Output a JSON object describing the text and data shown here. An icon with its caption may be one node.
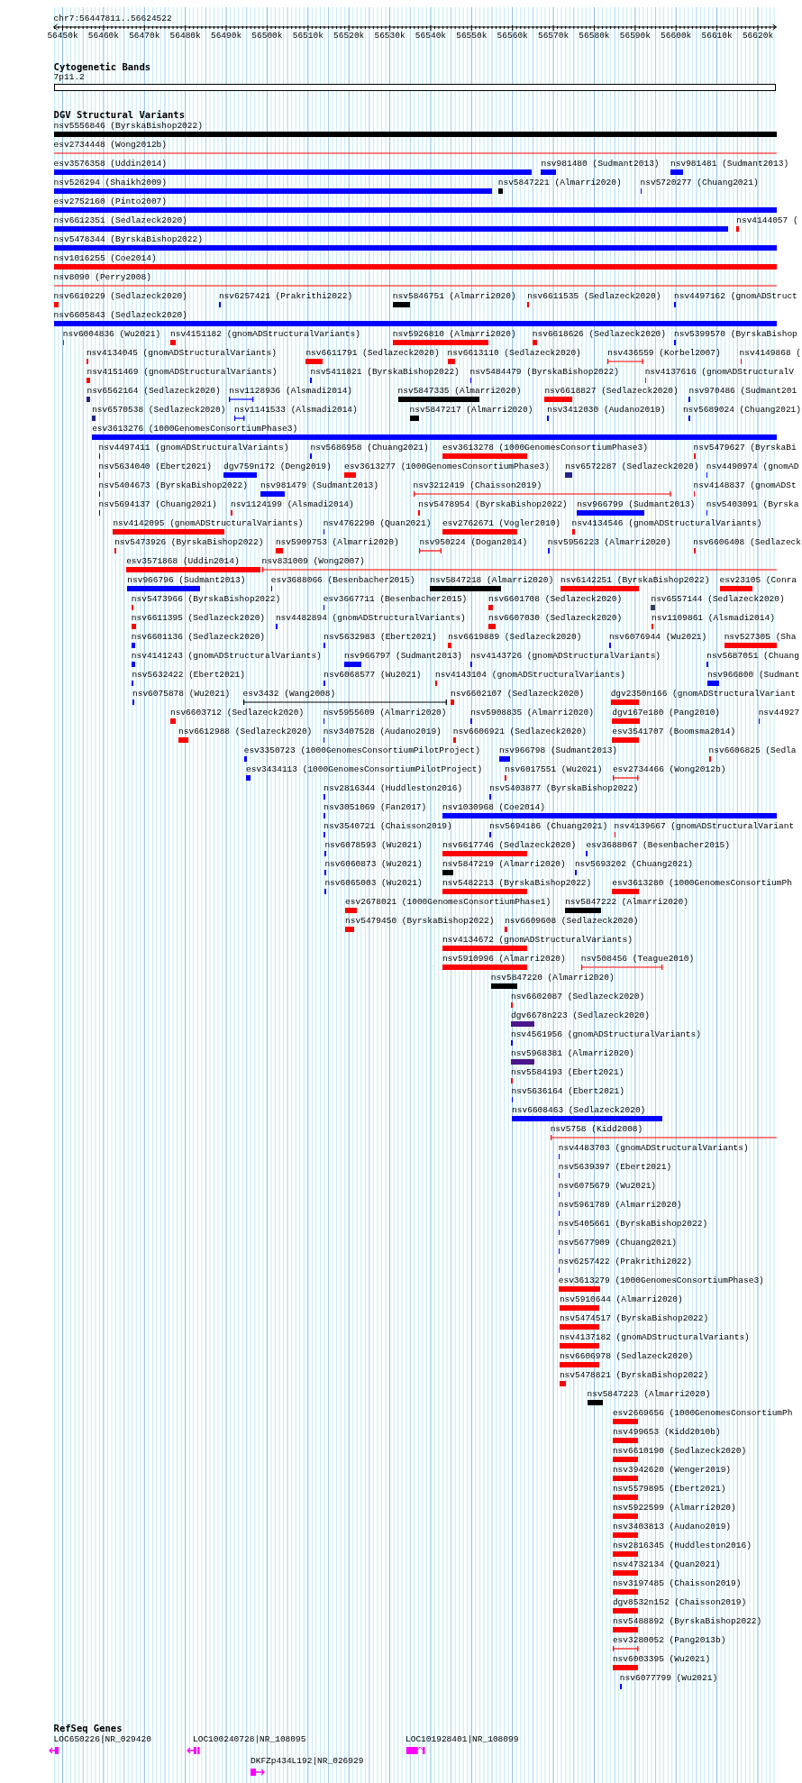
{
  "diagram": {
    "nodes": [
      {
        "text": [],
        "shape": "bar",
        "beside": [
          "7p11.2"
        ]
      },
      {
        "text": [],
        "shape": "bar",
        "beside": [
          "nsv5556846 (ByrskaBishop2022)"
        ]
      },
      {
        "text": [],
        "shape": "line",
        "beside": [
          "esv2734448 (Wong2012b)"
        ]
      },
      {
        "text": [],
        "shape": "bar",
        "beside": [
          "esv3576358 (Uddin2014)"
        ]
      },
      {
        "text": [],
        "shape": "bar",
        "beside": [
          "nsv981480 (Sudmant2013)"
        ]
      },
      {
        "text": [],
        "shape": "bar",
        "beside": [
          "nsv981481 (Sudmant2013)"
        ]
      },
      {
        "text": [],
        "shape": "bar",
        "beside": [
          "nsv526294 (Shaikh2009)"
        ]
      },
      {
        "text": [],
        "shape": "bar",
        "beside": [
          "nsv5847221 (Almarri2020)"
        ]
      },
      {
        "text": [],
        "shape": "bar",
        "beside": [
          "nsv5720277 (Chuang2021)"
        ]
      },
      {
        "text": [],
        "shape": "bar",
        "beside": [
          "esv2752160 (Pinto2007)"
        ]
      },
      {
        "text": [],
        "shape": "bar",
        "beside": [
          "nsv6612351 (Sedlazeck2020)"
        ]
      },
      {
        "text": [],
        "shape": "bar",
        "beside": [
          "nsv4144057 ("
        ]
      },
      {
        "text": [],
        "shape": "bar",
        "beside": [
          "nsv5478344 (ByrskaBishop2022)"
        ]
      },
      {
        "text": [],
        "shape": "bar",
        "beside": [
          "nsv1016255 (Coe2014)"
        ]
      },
      {
        "text": [],
        "shape": "line",
        "beside": [
          "nsv8090 (Perry2008)"
        ]
      },
      {
        "text": [],
        "shape": "bar",
        "beside": [
          "nsv6610229 (Sedlazeck2020)"
        ]
      },
      {
        "text": [],
        "shape": "bar",
        "beside": [
          "nsv6257421 (Prakrithi2022)"
        ]
      },
      {
        "text": [],
        "shape": "bar",
        "beside": [
          "nsv5846751 (Almarri2020)"
        ]
      },
      {
        "text": [],
        "shape": "bar",
        "beside": [
          "nsv6611535 (Sedlazeck2020)"
        ]
      },
      {
        "text": [],
        "shape": "bar",
        "beside": [
          "nsv4497162 (gnomADStruct"
        ]
      },
      {
        "text": [],
        "shape": "bar",
        "beside": [
          "nsv6605843 (Sedlazeck2020)"
        ]
      },
      {
        "text": [],
        "shape": "bar",
        "beside": [
          "nsv6004836 (Wu2021)"
        ]
      },
      {
        "text": [],
        "shape": "bar",
        "beside": [
          "nsv4151182 (gnomADStructuralVariants)"
        ]
      },
      {
        "text": [],
        "shape": "bar",
        "beside": [
          "nsv5926810 (Almarri2020)"
        ]
      },
      {
        "text": [],
        "shape": "bar",
        "beside": [
          "nsv6618626 (Sedlazeck2020)"
        ]
      },
      {
        "text": [],
        "shape": "bar",
        "beside": [
          "nsv5399570 (ByrskaBishop"
        ]
      },
      {
        "text": [],
        "shape": "bar",
        "beside": [
          "nsv4134045 (gnomADStructuralVariants)"
        ]
      },
      {
        "text": [],
        "shape": "bar",
        "beside": [
          "nsv6611791 (Sedlazeck2020)"
        ]
      },
      {
        "text": [],
        "shape": "bar",
        "beside": [
          "nsv6613110 (Sedlazeck2020)"
        ]
      },
      {
        "text": [],
        "shape": "line",
        "beside": [
          "nsv436559 (Korbel2007)"
        ]
      },
      {
        "text": [],
        "shape": "bar",
        "beside": [
          "nsv4149868 ("
        ]
      },
      {
        "text": [],
        "shape": "bar",
        "beside": [
          "nsv4151469 (gnomADStructuralVariants)"
        ]
      },
      {
        "text": [],
        "shape": "bar",
        "beside": [
          "nsv5411821 (ByrskaBishop2022)"
        ]
      },
      {
        "text": [],
        "shape": "bar",
        "beside": [
          "nsv5484479 (ByrskaBishop2022)"
        ]
      },
      {
        "text": [],
        "shape": "bar",
        "beside": [
          "nsv4137616 (gnomADStructuralV"
        ]
      },
      {
        "text": [],
        "shape": "bar",
        "beside": [
          "nsv6562164 (Sedlazeck2020)"
        ]
      },
      {
        "text": [],
        "shape": "line",
        "beside": [
          "nsv1128936 (Alsmadi2014)"
        ]
      },
      {
        "text": [],
        "shape": "bar",
        "beside": [
          "nsv5847335 (Almarri2020)"
        ]
      },
      {
        "text": [],
        "shape": "bar",
        "beside": [
          "nsv6618827 (Sedlazeck2020)"
        ]
      },
      {
        "text": [],
        "shape": "bar",
        "beside": [
          "nsv970486 (Sudmant201"
        ]
      },
      {
        "text": [],
        "shape": "bar",
        "beside": [
          "nsv6570538 (Sedlazeck2020)"
        ]
      },
      {
        "text": [],
        "shape": "line",
        "beside": [
          "nsv1141533 (Alsmadi2014)"
        ]
      },
      {
        "text": [],
        "shape": "bar",
        "beside": [
          "nsv5847217 (Almarri2020)"
        ]
      },
      {
        "text": [],
        "shape": "bar",
        "beside": [
          "nsv3412030 (Audano2019)"
        ]
      },
      {
        "text": [],
        "shape": "bar",
        "beside": [
          "nsv5689024 (Chuang2021)"
        ]
      },
      {
        "text": [],
        "shape": "bar",
        "beside": [
          "esv3613276 (1000GenomesConsortiumPhase3)"
        ]
      },
      {
        "text": [],
        "shape": "bar",
        "beside": [
          "nsv4497411 (gnomADStructuralVariants)"
        ]
      },
      {
        "text": [],
        "shape": "bar",
        "beside": [
          "nsv5686958 (Chuang2021)"
        ]
      },
      {
        "text": [],
        "shape": "bar",
        "beside": [
          "esv3613278 (1000GenomesConsortiumPhase3)"
        ]
      },
      {
        "text": [],
        "shape": "bar",
        "beside": [
          "nsv5479627 (ByrskaBi"
        ]
      },
      {
        "text": [],
        "shape": "bar",
        "beside": [
          "nsv5634040 (Ebert2021)"
        ]
      },
      {
        "text": [],
        "shape": "bar",
        "beside": [
          "dgv759n172 (Deng2019)"
        ]
      },
      {
        "text": [],
        "shape": "bar",
        "beside": [
          "esv3613277 (1000GenomesConsortiumPhase3)"
        ]
      },
      {
        "text": [],
        "shape": "bar",
        "beside": [
          "nsv6572287 (Sedlazeck2020)"
        ]
      },
      {
        "text": [],
        "shape": "bar",
        "beside": [
          "nsv4490974 (gnomAD"
        ]
      },
      {
        "text": [],
        "shape": "bar",
        "beside": [
          "nsv5404673 (ByrskaBishop2022)"
        ]
      },
      {
        "text": [],
        "shape": "bar",
        "beside": [
          "nsv981479 (Sudmant2013)"
        ]
      },
      {
        "text": [],
        "shape": "line",
        "beside": [
          "nsv3212419 (Chaisson2019)"
        ]
      },
      {
        "text": [],
        "shape": "bar",
        "beside": [
          "nsv4148837 (gnomADSt"
        ]
      },
      {
        "text": [],
        "shape": "bar",
        "beside": [
          "nsv5694137 (Chuang2021)"
        ]
      },
      {
        "text": [],
        "shape": "bar",
        "beside": [
          "nsv1124199 (Alsmadi2014)"
        ]
      },
      {
        "text": [],
        "shape": "bar",
        "beside": [
          "nsv5478954 (ByrskaBishop2022)"
        ]
      },
      {
        "text": [],
        "shape": "bar",
        "beside": [
          "nsv966799 (Sudmant2013)"
        ]
      },
      {
        "text": [],
        "shape": "bar",
        "beside": [
          "nsv5403091 (Byrska"
        ]
      },
      {
        "text": [],
        "shape": "bar",
        "beside": [
          "nsv4142095 (gnomADStructuralVariants)"
        ]
      },
      {
        "text": [],
        "shape": "bar",
        "beside": [
          "nsv4762290 (Quan2021)"
        ]
      },
      {
        "text": [],
        "shape": "bar",
        "beside": [
          "esv2762671 (Vogler2010)"
        ]
      },
      {
        "text": [],
        "shape": "bar",
        "beside": [
          "nsv4134546 (gnomADStructuralVariants)"
        ]
      },
      {
        "text": [],
        "shape": "bar",
        "beside": [
          "nsv5473926 (ByrskaBishop2022)"
        ]
      },
      {
        "text": [],
        "shape": "bar",
        "beside": [
          "nsv5909753 (Almarri2020)"
        ]
      },
      {
        "text": [],
        "shape": "line",
        "beside": [
          "nsv950224 (Dogan2014)"
        ]
      },
      {
        "text": [],
        "shape": "bar",
        "beside": [
          "nsv5956223 (Almarri2020)"
        ]
      },
      {
        "text": [],
        "shape": "bar",
        "beside": [
          "nsv6606408 (Sedlazeck"
        ]
      },
      {
        "text": [],
        "shape": "bar",
        "beside": [
          "esv3571868 (Uddin2014)"
        ]
      },
      {
        "text": [],
        "shape": "line",
        "beside": [
          "nsv831009 (Wong2007)"
        ]
      },
      {
        "text": [],
        "shape": "bar",
        "beside": [
          "nsv966796 (Sudmant2013)"
        ]
      },
      {
        "text": [],
        "shape": "bar",
        "beside": [
          "esv3688066 (Besenbacher2015)"
        ]
      },
      {
        "text": [],
        "shape": "bar",
        "beside": [
          "nsv5847218 (Almarri2020)"
        ]
      },
      {
        "text": [],
        "shape": "bar",
        "beside": [
          "nsv6142251 (ByrskaBishop2022)"
        ]
      },
      {
        "text": [],
        "shape": "bar",
        "beside": [
          "esv23105 (Conra"
        ]
      },
      {
        "text": [],
        "shape": "bar",
        "beside": [
          "nsv5473966 (ByrskaBishop2022)"
        ]
      },
      {
        "text": [],
        "shape": "bar",
        "beside": [
          "esv3667711 (Besenbacher2015)"
        ]
      },
      {
        "text": [],
        "shape": "bar",
        "beside": [
          "nsv6601708 (Sedlazeck2020)"
        ]
      },
      {
        "text": [],
        "shape": "bar",
        "beside": [
          "nsv6557144 (Sedlazeck2020)"
        ]
      },
      {
        "text": [],
        "shape": "bar",
        "beside": [
          "nsv6611395 (Sedlazeck2020)"
        ]
      },
      {
        "text": [],
        "shape": "bar",
        "beside": [
          "nsv4482894 (gnomADStructuralVariants)"
        ]
      },
      {
        "text": [],
        "shape": "bar",
        "beside": [
          "nsv6607030 (Sedlazeck2020)"
        ]
      },
      {
        "text": [],
        "shape": "bar",
        "beside": [
          "nsv1109861 (Alsmadi2014)"
        ]
      },
      {
        "text": [],
        "shape": "bar",
        "beside": [
          "nsv6601136 (Sedlazeck2020)"
        ]
      },
      {
        "text": [],
        "shape": "bar",
        "beside": [
          "nsv5632983 (Ebert2021)"
        ]
      },
      {
        "text": [],
        "shape": "bar",
        "beside": [
          "nsv6619889 (Sedlazeck2020)"
        ]
      },
      {
        "text": [],
        "shape": "bar",
        "beside": [
          "nsv6076944 (Wu2021)"
        ]
      },
      {
        "text": [],
        "shape": "bar",
        "beside": [
          "nsv527305 (Sha"
        ]
      },
      {
        "text": [],
        "shape": "bar",
        "beside": [
          "nsv4141243 (gnomADStructuralVariants)"
        ]
      },
      {
        "text": [],
        "shape": "bar",
        "beside": [
          "nsv966797 (Sudmant2013)"
        ]
      },
      {
        "text": [],
        "shape": "bar",
        "beside": [
          "nsv4143726 (gnomADStructuralVariants)"
        ]
      },
      {
        "text": [],
        "shape": "bar",
        "beside": [
          "nsv5687051 (Chuang"
        ]
      },
      {
        "text": [],
        "shape": "bar",
        "beside": [
          "nsv5632422 (Ebert2021)"
        ]
      },
      {
        "text": [],
        "shape": "bar",
        "beside": [
          "nsv6068577 (Wu2021)"
        ]
      },
      {
        "text": [],
        "shape": "bar",
        "beside": [
          "nsv4143104 (gnomADStructuralVariants)"
        ]
      },
      {
        "text": [],
        "shape": "bar",
        "beside": [
          "nsv966800 (Sudmant"
        ]
      },
      {
        "text": [],
        "shape": "bar",
        "beside": [
          "nsv6075878 (Wu2021)"
        ]
      },
      {
        "text": [],
        "shape": "line",
        "beside": [
          "esv3432 (Wang2008)"
        ]
      },
      {
        "text": [],
        "shape": "bar",
        "beside": [
          "nsv6602107 (Sedlazeck2020)"
        ]
      },
      {
        "text": [],
        "shape": "bar",
        "beside": [
          "dgv2350n166 (gnomADStructuralVariant"
        ]
      },
      {
        "text": [],
        "shape": "bar",
        "beside": [
          "nsv6603712 (Sedlazeck2020)"
        ]
      },
      {
        "text": [],
        "shape": "bar",
        "beside": [
          "nsv5955609 (Almarri2020)"
        ]
      },
      {
        "text": [],
        "shape": "bar",
        "beside": [
          "nsv5908835 (Almarri2020)"
        ]
      },
      {
        "text": [],
        "shape": "bar",
        "beside": [
          "dgv167e180 (Pang2010)"
        ]
      },
      {
        "text": [],
        "shape": "bar",
        "beside": [
          "nsv44927"
        ]
      },
      {
        "text": [],
        "shape": "bar",
        "beside": [
          "nsv6612988 (Sedlazeck2020)"
        ]
      },
      {
        "text": [],
        "shape": "bar",
        "beside": [
          "nsv3407528 (Audano2019)"
        ]
      },
      {
        "text": [],
        "shape": "bar",
        "beside": [
          "nsv6606921 (Sedlazeck2020)"
        ]
      },
      {
        "text": [],
        "shape": "bar",
        "beside": [
          "esv3541707 (Boomsma2014)"
        ]
      },
      {
        "text": [],
        "shape": "bar",
        "beside": [
          "esv3350723 (1000GenomesConsortiumPilotProject)"
        ]
      },
      {
        "text": [],
        "shape": "bar",
        "beside": [
          "nsv966798 (Sudmant2013)"
        ]
      },
      {
        "text": [],
        "shape": "bar",
        "beside": [
          "nsv6606825 (Sedla"
        ]
      },
      {
        "text": [],
        "shape": "bar",
        "beside": [
          "esv3434113 (1000GenomesConsortiumPilotProject)"
        ]
      },
      {
        "text": [],
        "shape": "bar",
        "beside": [
          "nsv6017551 (Wu2021)"
        ]
      },
      {
        "text": [],
        "shape": "line",
        "beside": [
          "esv2734466 (Wong2012b)"
        ]
      },
      {
        "text": [],
        "shape": "bar",
        "beside": [
          "nsv2816344 (Huddleston2016)"
        ]
      },
      {
        "text": [],
        "shape": "bar",
        "beside": [
          "nsv5403877 (ByrskaBishop2022)"
        ]
      },
      {
        "text": [],
        "shape": "bar",
        "beside": [
          "nsv3051069 (Fan2017)"
        ]
      },
      {
        "text": [],
        "shape": "bar",
        "beside": [
          "nsv1030968 (Coe2014)"
        ]
      },
      {
        "text": [],
        "shape": "bar",
        "beside": [
          "nsv3540721 (Chaisson2019)"
        ]
      },
      {
        "text": [],
        "shape": "bar",
        "beside": [
          "nsv5694186 (Chuang2021)"
        ]
      },
      {
        "text": [],
        "shape": "bar",
        "beside": [
          "nsv4139667 (gnomADStructuralVariant"
        ]
      },
      {
        "text": [],
        "shape": "bar",
        "beside": [
          "nsv6078593 (Wu2021)"
        ]
      },
      {
        "text": [],
        "shape": "bar",
        "beside": [
          "nsv6617746 (Sedlazeck2020)"
        ]
      },
      {
        "text": [],
        "shape": "bar",
        "beside": [
          "esv3688067 (Besenbacher2015)"
        ]
      },
      {
        "text": [],
        "shape": "bar",
        "beside": [
          "nsv6060873 (Wu2021)"
        ]
      },
      {
        "text": [],
        "shape": "bar",
        "beside": [
          "nsv5847219 (Almarri2020)"
        ]
      },
      {
        "text": [],
        "shape": "bar",
        "beside": [
          "nsv5693202 (Chuang2021)"
        ]
      },
      {
        "text": [],
        "shape": "bar",
        "beside": [
          "nsv6065003 (Wu2021)"
        ]
      },
      {
        "text": [],
        "shape": "bar",
        "beside": [
          "nsv5482213 (ByrskaBishop2022)"
        ]
      },
      {
        "text": [],
        "shape": "bar",
        "beside": [
          "esv3613280 (1000GenomesConsortiumPh"
        ]
      },
      {
        "text": [],
        "shape": "bar",
        "beside": [
          "esv2678021 (1000GenomesConsortiumPhase1)"
        ]
      },
      {
        "text": [],
        "shape": "bar",
        "beside": [
          "nsv5847222 (Almarri2020)"
        ]
      },
      {
        "text": [],
        "shape": "bar",
        "beside": [
          "nsv5479450 (ByrskaBishop2022)"
        ]
      },
      {
        "text": [],
        "shape": "bar",
        "beside": [
          "nsv6609608 (Sedlazeck2020)"
        ]
      },
      {
        "text": [],
        "shape": "bar",
        "beside": [
          "nsv4134672 (gnomADStructuralVariants)"
        ]
      },
      {
        "text": [],
        "shape": "bar",
        "beside": [
          "nsv5910996 (Almarri2020)"
        ]
      },
      {
        "text": [],
        "shape": "line",
        "beside": [
          "nsv508456 (Teague2010)"
        ]
      },
      {
        "text": [],
        "shape": "bar",
        "beside": [
          "nsv5847220 (Almarri2020)"
        ]
      },
      {
        "text": [],
        "shape": "bar",
        "beside": [
          "nsv6602087 (Sedlazeck2020)"
        ]
      },
      {
        "text": [],
        "shape": "bar",
        "beside": [
          "dgv6678n223 (Sedlazeck2020)"
        ]
      },
      {
        "text": [],
        "shape": "bar",
        "beside": [
          "nsv4561956 (gnomADStructuralVariants)"
        ]
      },
      {
        "text": [],
        "shape": "bar",
        "beside": [
          "nsv5968381 (Almarri2020)"
        ]
      },
      {
        "text": [],
        "shape": "bar",
        "beside": [
          "nsv5584193 (Ebert2021)"
        ]
      },
      {
        "text": [],
        "shape": "bar",
        "beside": [
          "nsv5636164 (Ebert2021)"
        ]
      },
      {
        "text": [],
        "shape": "bar",
        "beside": [
          "nsv6608463 (Sedlazeck2020)"
        ]
      },
      {
        "text": [],
        "shape": "line",
        "beside": [
          "nsv5758 (Kidd2008)"
        ]
      },
      {
        "text": [],
        "shape": "bar",
        "beside": [
          "nsv4483703 (gnomADStructuralVariants)"
        ]
      },
      {
        "text": [],
        "shape": "bar",
        "beside": [
          "nsv5639397 (Ebert2021)"
        ]
      },
      {
        "text": [],
        "shape": "bar",
        "beside": [
          "nsv6075679 (Wu2021)"
        ]
      },
      {
        "text": [],
        "shape": "bar",
        "beside": [
          "nsv5961789 (Almarri2020)"
        ]
      },
      {
        "text": [],
        "shape": "bar",
        "beside": [
          "nsv5405661 (ByrskaBishop2022)"
        ]
      },
      {
        "text": [],
        "shape": "bar",
        "beside": [
          "nsv5677909 (Chuang2021)"
        ]
      },
      {
        "text": [],
        "shape": "bar",
        "beside": [
          "nsv6257422 (Prakrithi2022)"
        ]
      },
      {
        "text": [],
        "shape": "bar",
        "beside": [
          "esv3613279 (1000GenomesConsortiumPhase3)"
        ]
      },
      {
        "text": [],
        "shape": "bar",
        "beside": [
          "nsv5910644 (Almarri2020)"
        ]
      },
      {
        "text": [],
        "shape": "bar",
        "beside": [
          "nsv5474517 (ByrskaBishop2022)"
        ]
      },
      {
        "text": [],
        "shape": "bar",
        "beside": [
          "nsv4137182 (gnomADStructuralVariants)"
        ]
      },
      {
        "text": [],
        "shape": "bar",
        "beside": [
          "nsv6606978 (Sedlazeck2020)"
        ]
      },
      {
        "text": [],
        "shape": "bar",
        "beside": [
          "nsv5478821 (ByrskaBishop2022)"
        ]
      },
      {
        "text": [],
        "shape": "bar",
        "beside": [
          "nsv5847223 (Almarri2020)"
        ]
      },
      {
        "text": [],
        "shape": "bar",
        "beside": [
          "esv2669656 (1000GenomesConsortiumPh"
        ]
      },
      {
        "text": [],
        "shape": "bar",
        "beside": [
          "nsv499653 (Kidd2010b)"
        ]
      },
      {
        "text": [],
        "shape": "bar",
        "beside": [
          "nsv6610190 (Sedlazeck2020)"
        ]
      },
      {
        "text": [],
        "shape": "bar",
        "beside": [
          "nsv3942620 (Wenger2019)"
        ]
      },
      {
        "text": [],
        "shape": "bar",
        "beside": [
          "nsv5579895 (Ebert2021)"
        ]
      },
      {
        "text": [],
        "shape": "bar",
        "beside": [
          "nsv5922599 (Almarri2020)"
        ]
      },
      {
        "text": [],
        "shape": "bar",
        "beside": [
          "nsv3403813 (Audano2019)"
        ]
      },
      {
        "text": [],
        "shape": "bar",
        "beside": [
          "nsv2816345 (Huddleston2016)"
        ]
      },
      {
        "text": [],
        "shape": "bar",
        "beside": [
          "nsv4732134 (Quan2021)"
        ]
      },
      {
        "text": [],
        "shape": "bar",
        "beside": [
          "nsv3197485 (Chaisson2019)"
        ]
      },
      {
        "text": [],
        "shape": "bar",
        "beside": [
          "dgv8532n152 (Chaisson2019)"
        ]
      },
      {
        "text": [],
        "shape": "bar",
        "beside": [
          "nsv5488892 (ByrskaBishop2022)"
        ]
      },
      {
        "text": [],
        "shape": "line",
        "beside": [
          "esv3280052 (Pang2013b)"
        ]
      },
      {
        "text": [],
        "shape": "bar",
        "beside": [
          "nsv6003395 (Wu2021)"
        ]
      },
      {
        "text": [],
        "shape": "bar",
        "beside": [
          "nsv6077799 (Wu2021)"
        ]
      },
      {
        "text": [],
        "shape": "arrow",
        "beside": [
          "LOC650226|NR_029420"
        ]
      },
      {
        "text": [],
        "shape": "arrow",
        "beside": [
          "LOC100240728|NR_108095"
        ]
      },
      {
        "text": [],
        "shape": "arrow",
        "beside": [
          "LOC101928401|NR_108099"
        ]
      },
      {
        "text": [],
        "shape": "arrow",
        "beside": [
          "DKFZp434L192|NR_026929"
        ]
      }
    ],
    "labels": [
      "chr7:56447811..56624522",
      "56450k",
      "56460k",
      "56470k",
      "56480k",
      "56490k",
      "56500k",
      "56510k",
      "56520k",
      "56530k",
      "56540k",
      "56550k",
      "56560k",
      "56570k",
      "56580k",
      "56590k",
      "56600k",
      "56610k",
      "56620k",
      "Cytogenetic Bands",
      "DGV Structural Variants",
      "RefSeq Genes"
    ]
  }
}
